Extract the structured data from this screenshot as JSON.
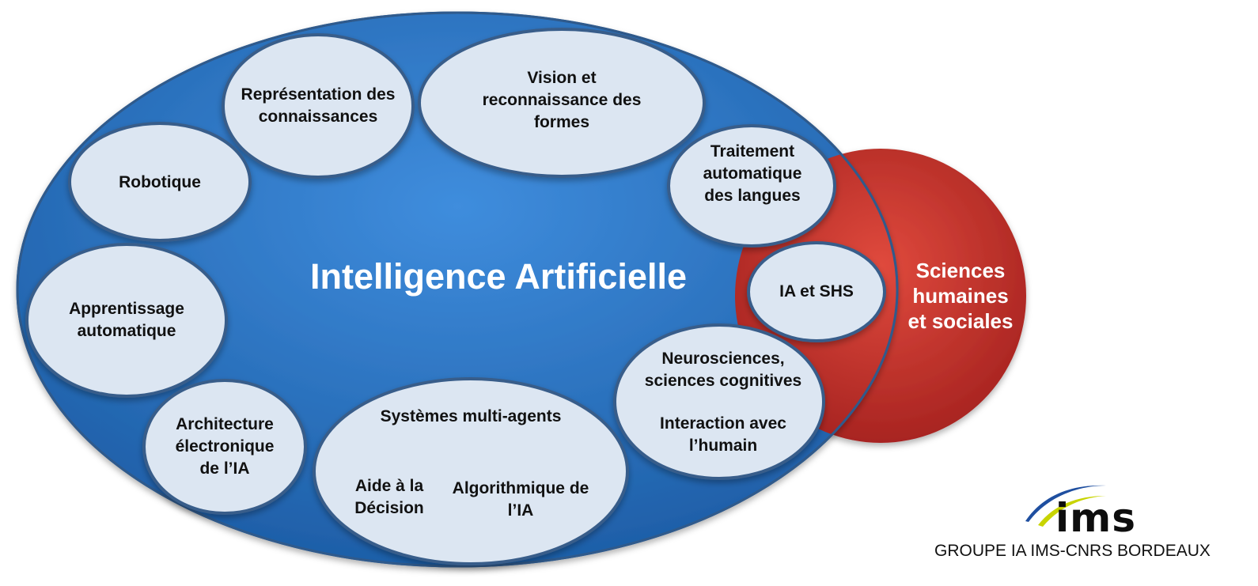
{
  "main_title": "Intelligence Artificielle",
  "shs_title": "Sciences\nhumaines\net sociales",
  "topics": {
    "representation": "Représentation des\nconnaissances",
    "vision": "Vision et\nreconnaissance des\nformes",
    "robotique": "Robotique",
    "tal": "Traitement\nautomatique\ndes langues",
    "ia_shs": "IA et SHS",
    "apprentissage": "Apprentissage\nautomatique",
    "neuro": "Neurosciences,\nsciences cognitives",
    "interaction": "Interaction avec\nl’humain",
    "architecture": "Architecture\nélectronique\nde l’IA",
    "sma": "Systèmes multi-agents",
    "aide": "Aide à la\nDécision",
    "algo": "Algorithmique de\nl’IA"
  },
  "logo": {
    "text": "ims",
    "icon": "ims-logo-swoosh-icon"
  },
  "footer": "GROUPE IA IMS-CNRS BORDEAUX",
  "colors": {
    "ai_blue": "#2a6fc0",
    "shs_red": "#c8302c",
    "bubble_fill": "#dce6f2",
    "bubble_stroke": "#385d8a"
  }
}
